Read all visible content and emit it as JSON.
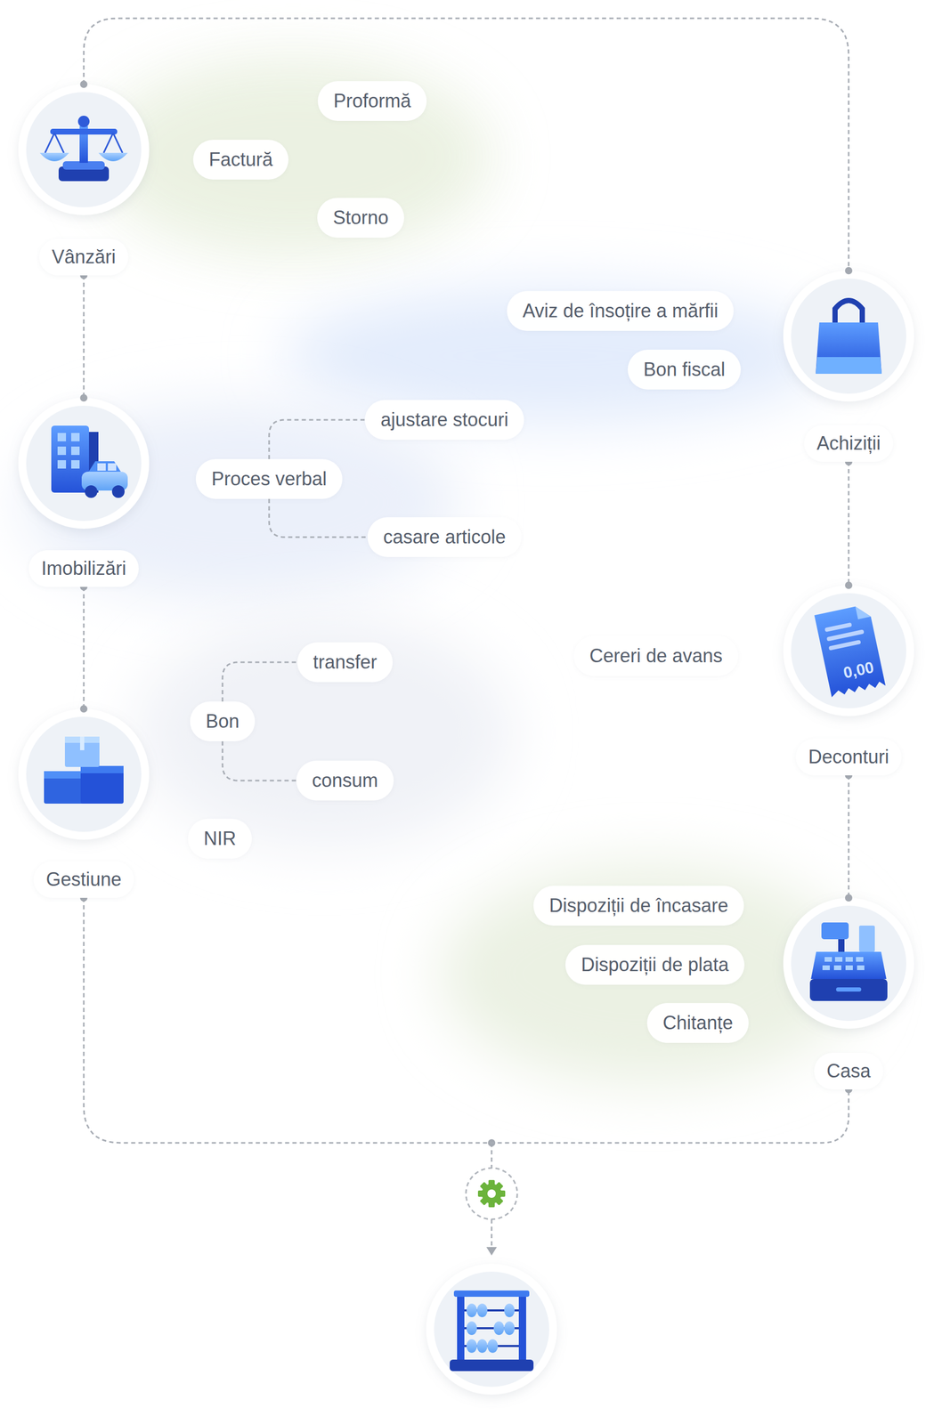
{
  "diagram": {
    "nodes": [
      {
        "text": [
          "Vânzări"
        ]
      },
      {
        "text": [
          "Proformă"
        ]
      },
      {
        "text": [
          "Factură"
        ]
      },
      {
        "text": [
          "Storno"
        ]
      },
      {
        "text": [
          "Achiziții"
        ]
      },
      {
        "text": [
          "Aviz de însoțire a mărfii"
        ]
      },
      {
        "text": [
          "Bon fiscal"
        ]
      },
      {
        "text": [
          "Imobilizări"
        ]
      },
      {
        "text": [
          "ajustare stocuri"
        ]
      },
      {
        "text": [
          "Proces verbal"
        ]
      },
      {
        "text": [
          "casare articole"
        ]
      },
      {
        "text": [
          "Deconturi"
        ]
      },
      {
        "text": [
          "Cereri de avans"
        ]
      },
      {
        "text": [
          "transfer"
        ]
      },
      {
        "text": [
          "Bon"
        ]
      },
      {
        "text": [
          "consum"
        ]
      },
      {
        "text": [
          "Gestiune"
        ]
      },
      {
        "text": [
          "NIR"
        ]
      },
      {
        "text": [
          "Dispoziții de încasare"
        ]
      },
      {
        "text": [
          "Dispoziții de plata"
        ]
      },
      {
        "text": [
          "Chitanțe"
        ]
      },
      {
        "text": [
          "Casa"
        ]
      }
    ],
    "edges": [
      {
        "from": 0,
        "to": 4,
        "arrow": "none"
      },
      {
        "from": 0,
        "to": 7,
        "arrow": "none"
      },
      {
        "from": 7,
        "to": 16,
        "arrow": "none"
      },
      {
        "from": 4,
        "to": 11,
        "arrow": "none"
      },
      {
        "from": 11,
        "to": 21,
        "arrow": "none"
      },
      {
        "from": 16,
        "to": 21,
        "arrow": "none"
      },
      {
        "from": 9,
        "to": 8,
        "arrow": "none"
      },
      {
        "from": 9,
        "to": 10,
        "arrow": "none"
      },
      {
        "from": 14,
        "to": 13,
        "arrow": "none"
      },
      {
        "from": 14,
        "to": 15,
        "arrow": "none"
      }
    ],
    "labels": [
      "0,00"
    ]
  }
}
